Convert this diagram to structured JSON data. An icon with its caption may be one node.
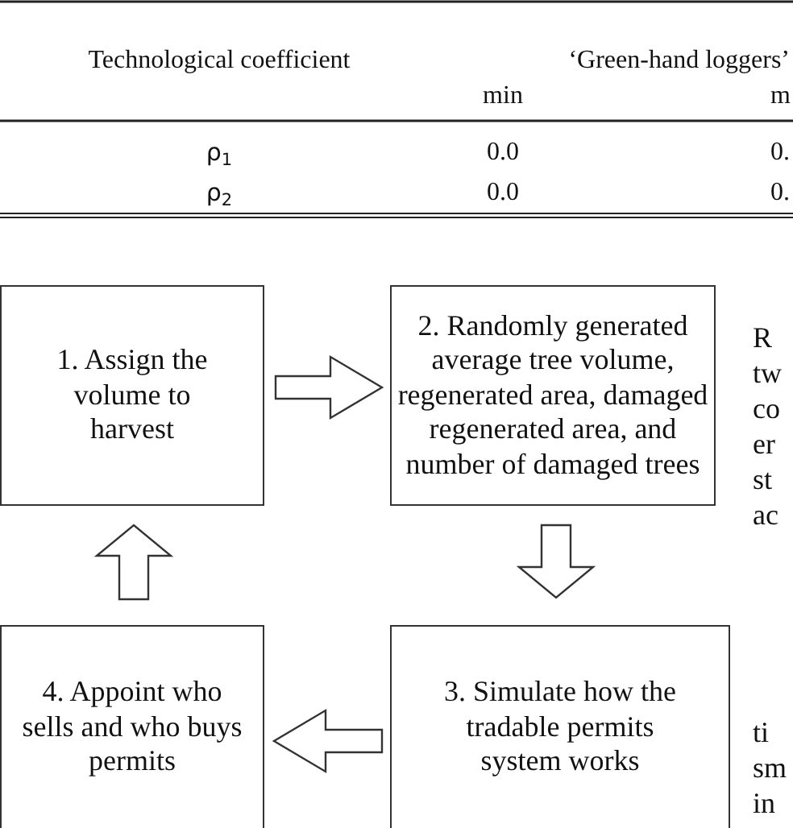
{
  "diagram": {
    "nodes": [
      {
        "text": [
          "1. Assign the volume to harvest"
        ]
      },
      {
        "text": [
          "2. Randomly generated average tree volume, regenerated area, damaged regenerated area, and number of damaged trees"
        ]
      },
      {
        "text": [
          "3. Simulate how the tradable permits system works"
        ]
      },
      {
        "text": [
          "4. Appoint who sells and who buys permits"
        ]
      }
    ],
    "edges": [
      {
        "from": 0,
        "to": 1,
        "arrow": "to"
      },
      {
        "from": 1,
        "to": 2,
        "arrow": "to"
      },
      {
        "from": 2,
        "to": 3,
        "arrow": "to"
      },
      {
        "from": 3,
        "to": 0,
        "arrow": "to"
      }
    ],
    "labels": [
      "Technological coefficient",
      "‘Green-hand loggers’",
      "min",
      "m",
      "ρ$_{1}$",
      "0.0",
      "0.",
      "ρ$_{2}$",
      "0.0",
      "0.",
      "R",
      "tw",
      "co",
      "er",
      "st",
      "ac",
      "ti",
      "sm",
      "in"
    ]
  }
}
